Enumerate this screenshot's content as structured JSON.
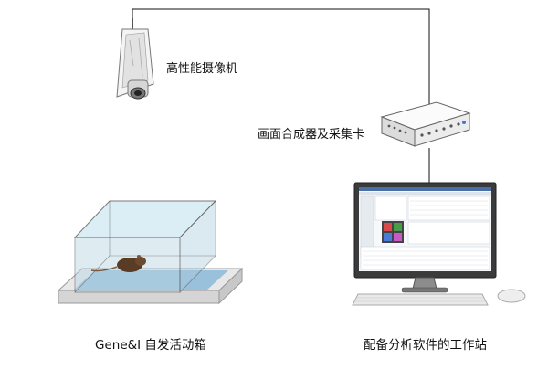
{
  "labels": {
    "camera": "高性能摄像机",
    "synthesizer": "画面合成器及采集卡",
    "arena": "Gene&I 自发活动箱",
    "workstation": "配备分析软件的工作站"
  },
  "colors": {
    "wire": "#111111",
    "glass_top": "#cfe7f2",
    "glass_side": "#b8d6e4",
    "glass_edge": "#4b4b4b",
    "floor_blue": "#5aa0d0",
    "base_plate": "#e7e7e7",
    "monitor_frame": "#3b3b3b",
    "screen_bg": "#f6f8fb",
    "device_body": "#f2f2f2",
    "mouse_body": "#5a3b24"
  }
}
